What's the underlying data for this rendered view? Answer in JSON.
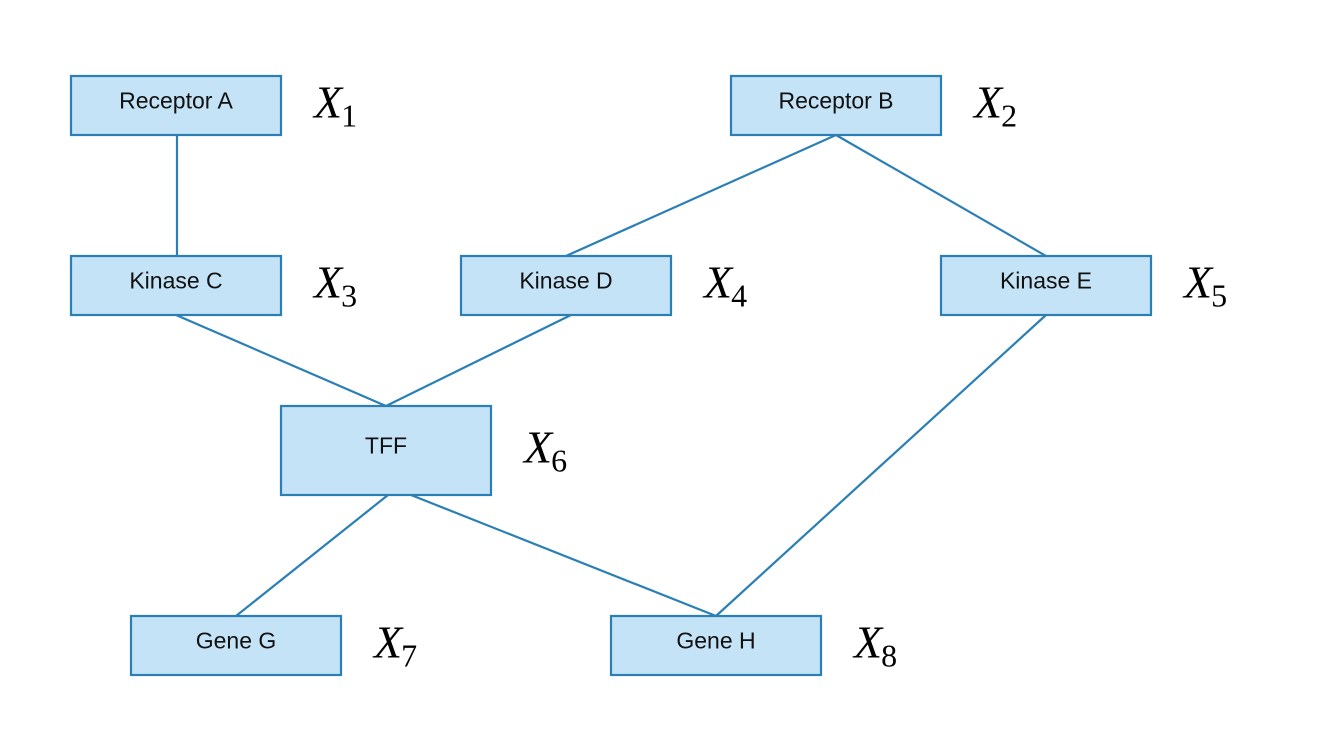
{
  "colors": {
    "node_fill": "#c5e3f6",
    "node_border": "#2a7fb5",
    "edge": "#2a7fb5",
    "background": "#ffffff"
  },
  "nodes": [
    {
      "id": "receptor-a",
      "label": "Receptor A",
      "var_letter": "X",
      "var_sub": "1"
    },
    {
      "id": "receptor-b",
      "label": "Receptor B",
      "var_letter": "X",
      "var_sub": "2"
    },
    {
      "id": "kinase-c",
      "label": "Kinase C",
      "var_letter": "X",
      "var_sub": "3"
    },
    {
      "id": "kinase-d",
      "label": "Kinase D",
      "var_letter": "X",
      "var_sub": "4"
    },
    {
      "id": "kinase-e",
      "label": "Kinase E",
      "var_letter": "X",
      "var_sub": "5"
    },
    {
      "id": "tff",
      "label": "TFF",
      "var_letter": "X",
      "var_sub": "6"
    },
    {
      "id": "gene-g",
      "label": "Gene G",
      "var_letter": "X",
      "var_sub": "7"
    },
    {
      "id": "gene-h",
      "label": "Gene H",
      "var_letter": "X",
      "var_sub": "8"
    }
  ],
  "edges": [
    {
      "from": "receptor-a",
      "to": "kinase-c"
    },
    {
      "from": "receptor-b",
      "to": "kinase-d"
    },
    {
      "from": "receptor-b",
      "to": "kinase-e"
    },
    {
      "from": "kinase-c",
      "to": "tff"
    },
    {
      "from": "kinase-d",
      "to": "tff"
    },
    {
      "from": "kinase-e",
      "to": "gene-h"
    },
    {
      "from": "tff",
      "to": "gene-g"
    },
    {
      "from": "tff",
      "to": "gene-h"
    }
  ]
}
